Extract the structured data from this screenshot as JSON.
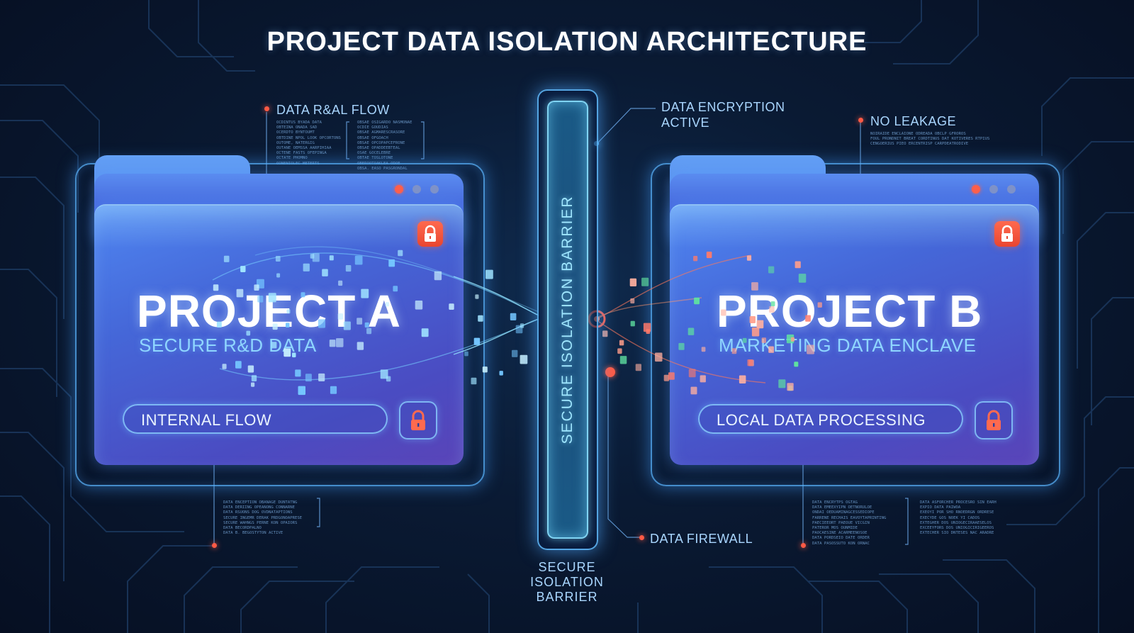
{
  "title": "PROJECT DATA ISOLATION ARCHITECTURE",
  "colors": {
    "accent": "#58b8ff",
    "alert": "#ff5a45",
    "panel": "#4a67d8",
    "background": "#0a1a33"
  },
  "callouts": {
    "rd_flow": {
      "title": "DATA R&AL FLOW",
      "lines_left": [
        "OCDINTUS BYADA DATA",
        "OBTEINA ONADA SAD",
        "OCERDTO BYNTOUMT",
        "OBTDINE NPOL LOOK OPCORTONS",
        "OUTOME, NATERGIG",
        "OUTANE OEMSSA AARPIHIAA",
        "OCTENE FASTS OFEPINGA",
        "OCTATE PHOMNO",
        "OONENIOLEC METERTS"
      ],
      "lines_right": [
        "OBSAE OSIGARDO NASMONAE",
        "OCDIE GOUDIAS",
        "OBSAE AGMARESCRASORE",
        "OBSAE OFGOACH",
        "OBSAE OPCOPAPCEFRONE",
        "OBSAE OPADDEEBTEAL",
        "OSAE GOCELEBRE",
        "OBTAE TOSLOTONE",
        "OBEROOTOAKLEA ODOE",
        "OBSA. EASO PASGRONDAL"
      ]
    },
    "encryption": {
      "title_line1": "DATA ENCRYPTION",
      "title_line2": "ACTIVE"
    },
    "no_leakage": {
      "title": "NO LEAKAGE",
      "lines": [
        "NOIRAIDE ENCLAIONE ODREADA OBCLP GFROROS",
        "FOUL PRONDNIT BREAT CORDTINUS DAT KOTIVERES RTPIUS",
        "CENGOERIUS PIEO ERCENTRISP CARPDEATRODIVE"
      ]
    },
    "firewall": {
      "title": "DATA FIREWALL"
    },
    "bottom_left": {
      "lines": [
        "DATA ENCEPTION OBANAGE DUNTATNG",
        "DATA DERIING OPEANONG CONNARNE",
        "DATA RSUONS DOG OVDNATAPTIONS",
        "SECURE INGEMR DERAK PRDGONOAPRESE",
        "SECURE WAHNGS PERNE KON OPAIORS",
        "DATA BECORDPALNO",
        "DATA B. BEGOSTYTON ACTIVE"
      ]
    },
    "bottom_right": {
      "lines_left": [
        "DATA ENCRYTPS OGTAG",
        "DATA EMEEXYIPN OETNORULOE",
        "ONDAI OEDUAMINAGCESSEDIOPE",
        "FARRENE RECHAIS EAVOYTAPRINTING",
        "PAECIEEORT PAEOUE VICGIN",
        "PATEROR MOS OUNMIDE",
        "PAOCAESINE ACARMEENOSOE",
        "DATA PORDSEIO DATE ORDER",
        "DATA PASOSSUTO KON ORNAC"
      ],
      "lines_right": [
        "DATA ASFORCHER PROCESRO SIN EARH",
        "EXPIO DATA PAIWOA",
        "EXEOYI POR SHO RNOEDRGN ORDRESE",
        "EXECYDE GOS NOEK YI CADOS",
        "EXTEGHER DOS UNIOGECIRAAESELOS",
        "EXCEEYFORS DOS UNIOGICIRIGEEROS",
        "EXTECHER SIO DNTESES NAC ARADRE"
      ]
    }
  },
  "project_a": {
    "title": "PROJECT A",
    "subtitle": "SECURE R&D DATA",
    "pill_label": "INTERNAL FLOW",
    "badge_icon": "lock-icon",
    "pill_icon": "lock-icon"
  },
  "project_b": {
    "title": "PROJECT B",
    "subtitle": "MARKETING DATA ENCLAVE",
    "pill_label": "LOCAL DATA PROCESSING",
    "badge_icon": "lock-icon",
    "pill_icon": "lock-icon"
  },
  "barrier": {
    "label": "SECURE ISOLATION BARRIER",
    "caption_line1": "SECURE",
    "caption_line2": "ISOLATION",
    "caption_line3": "BARRIER"
  }
}
